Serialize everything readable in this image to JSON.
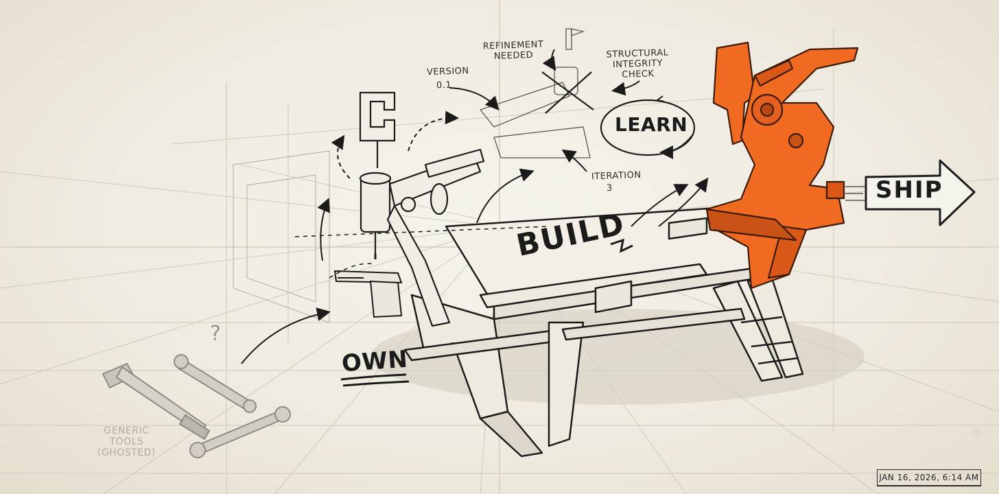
{
  "labels": {
    "build": "BUILD",
    "own": "OWN",
    "learn": "LEARN",
    "ship": "SHIP",
    "version": "VERSION",
    "version_num": "0.1",
    "refinement": "REFINEMENT\nNEEDED",
    "structural": "STRUCTURAL\nINTEGRITY\nCHECK",
    "iteration": "ITERATION",
    "iteration_num": "3",
    "generic_tools": "GENERIC\nTOOLS\n(GHOSTED)",
    "question_mark": "?"
  },
  "timestamp": "JAN 16, 2026, 6:14 AM",
  "colors": {
    "paper": "#efebe1",
    "ink": "#1b1b1b",
    "accent_orange": "#f06a22",
    "ghost_gray": "#b0aca4"
  },
  "icons": [
    "hammer-icon",
    "wrench-icon",
    "c-clamp-icon",
    "sparkle-icon",
    "arrow-icon"
  ]
}
